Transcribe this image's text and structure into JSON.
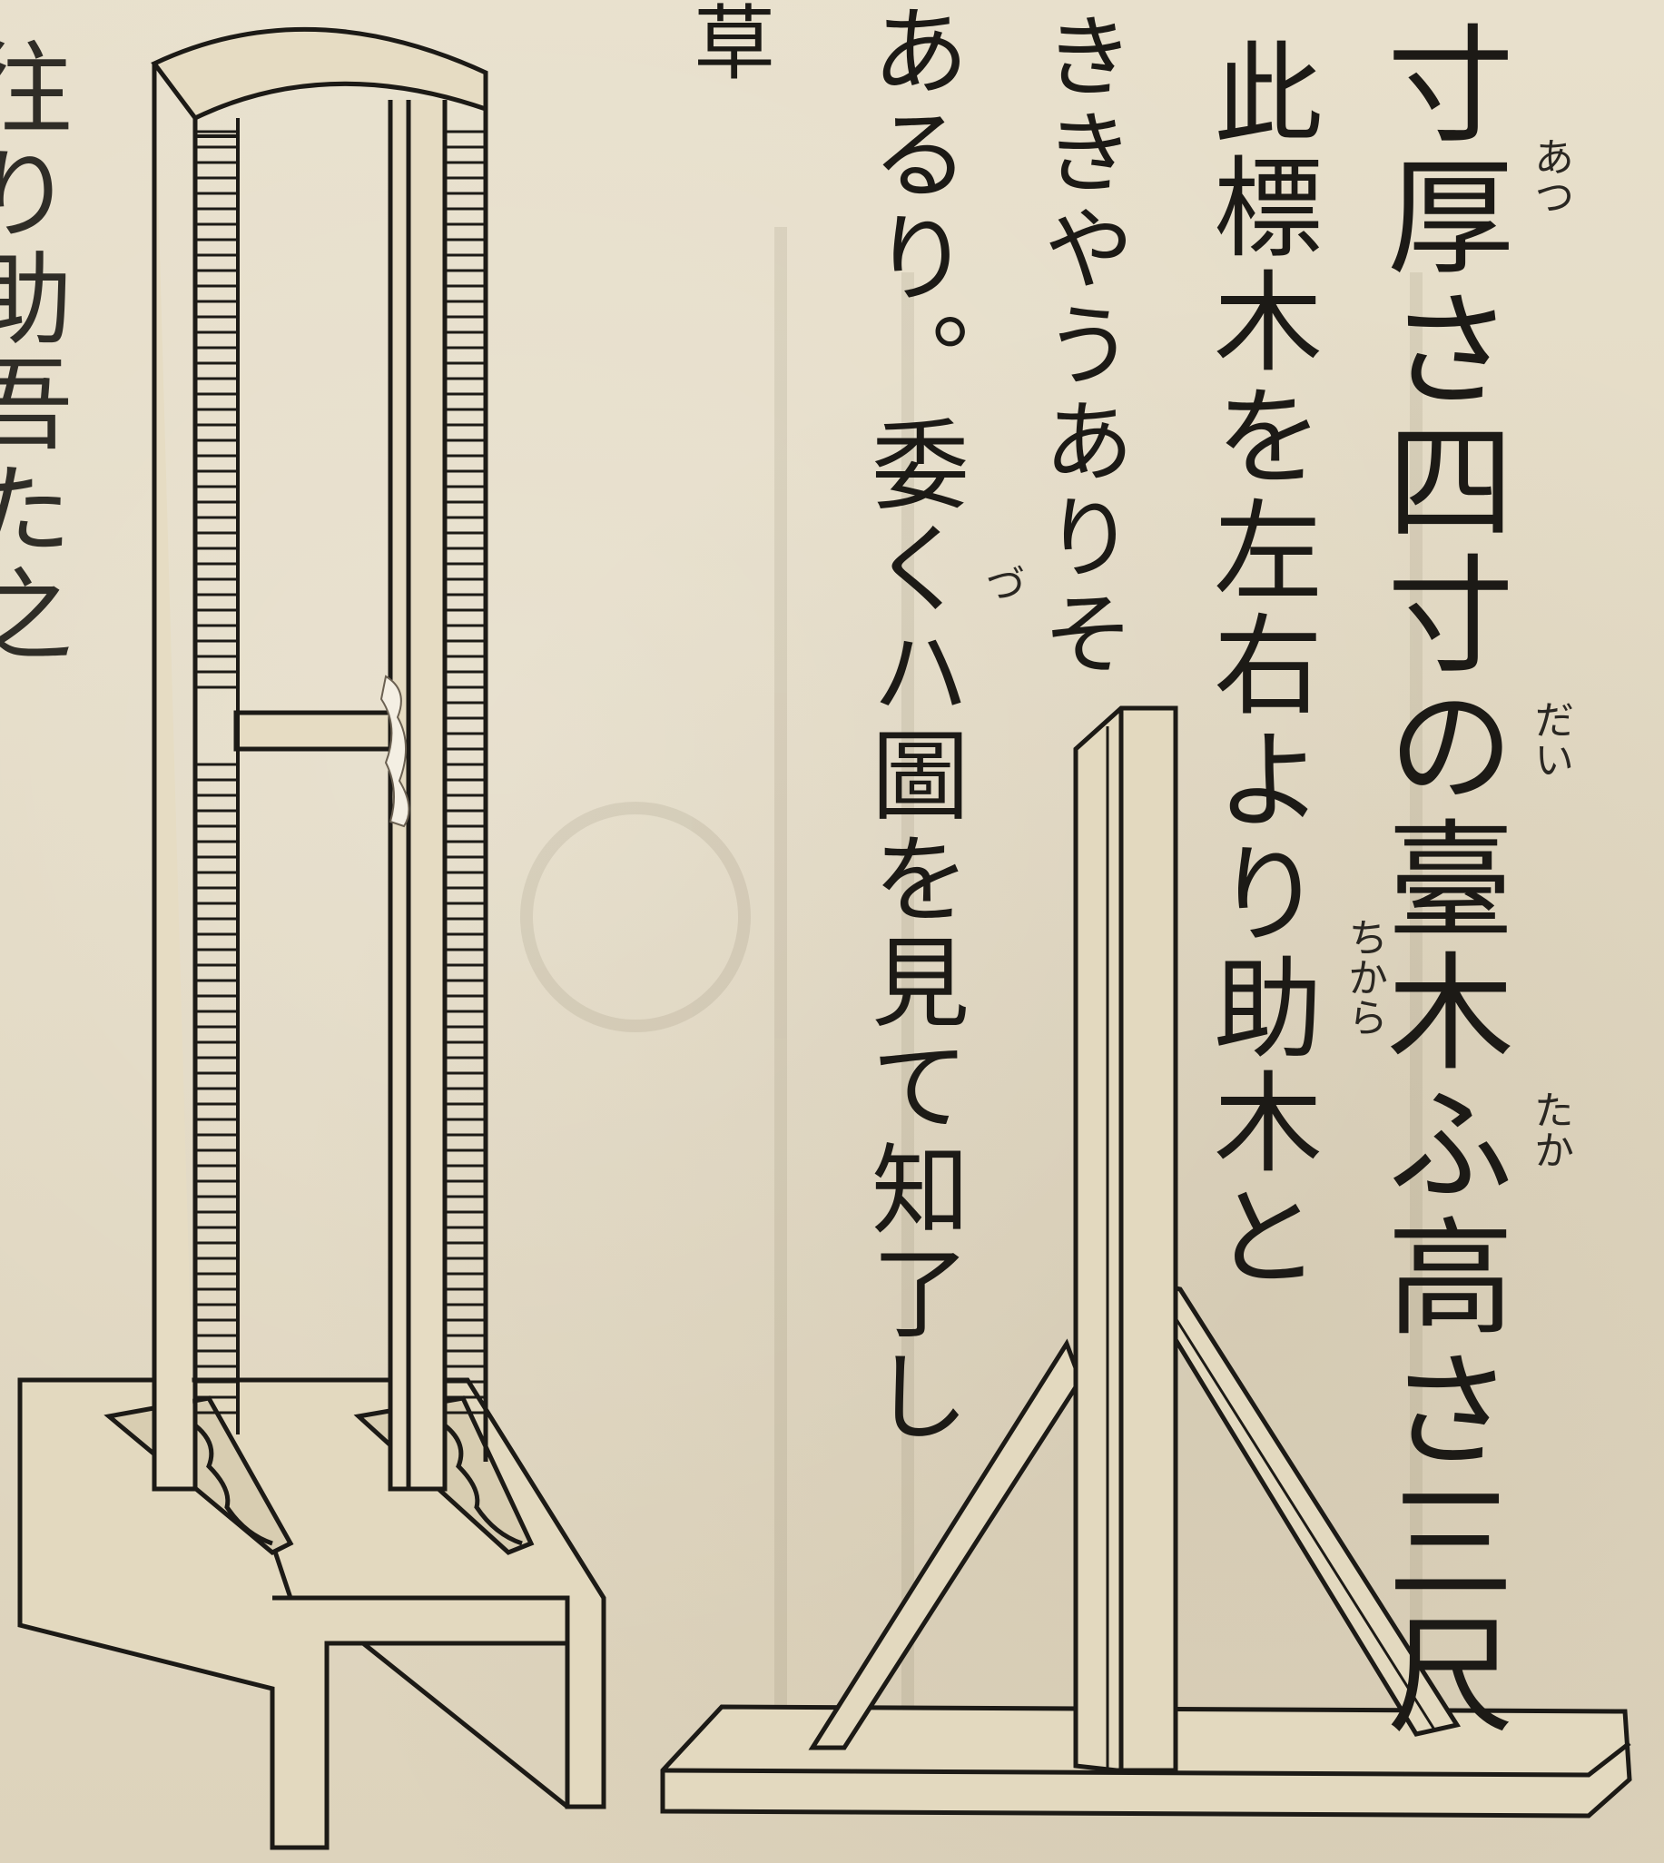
{
  "text_columns": [
    "寸厚さ四寸の臺木ふ高さ三尺",
    "此標木を左右より助木と",
    "ききやうありそ",
    "あるり。委くハ圖を見て知了し",
    "草"
  ],
  "furigana": [
    "あつ",
    "だい",
    "たか",
    "ちから",
    "づ"
  ],
  "colors": {
    "paper": "#e4dcc8",
    "ink": "#1c1a16",
    "wood": "#e2d7bd"
  }
}
